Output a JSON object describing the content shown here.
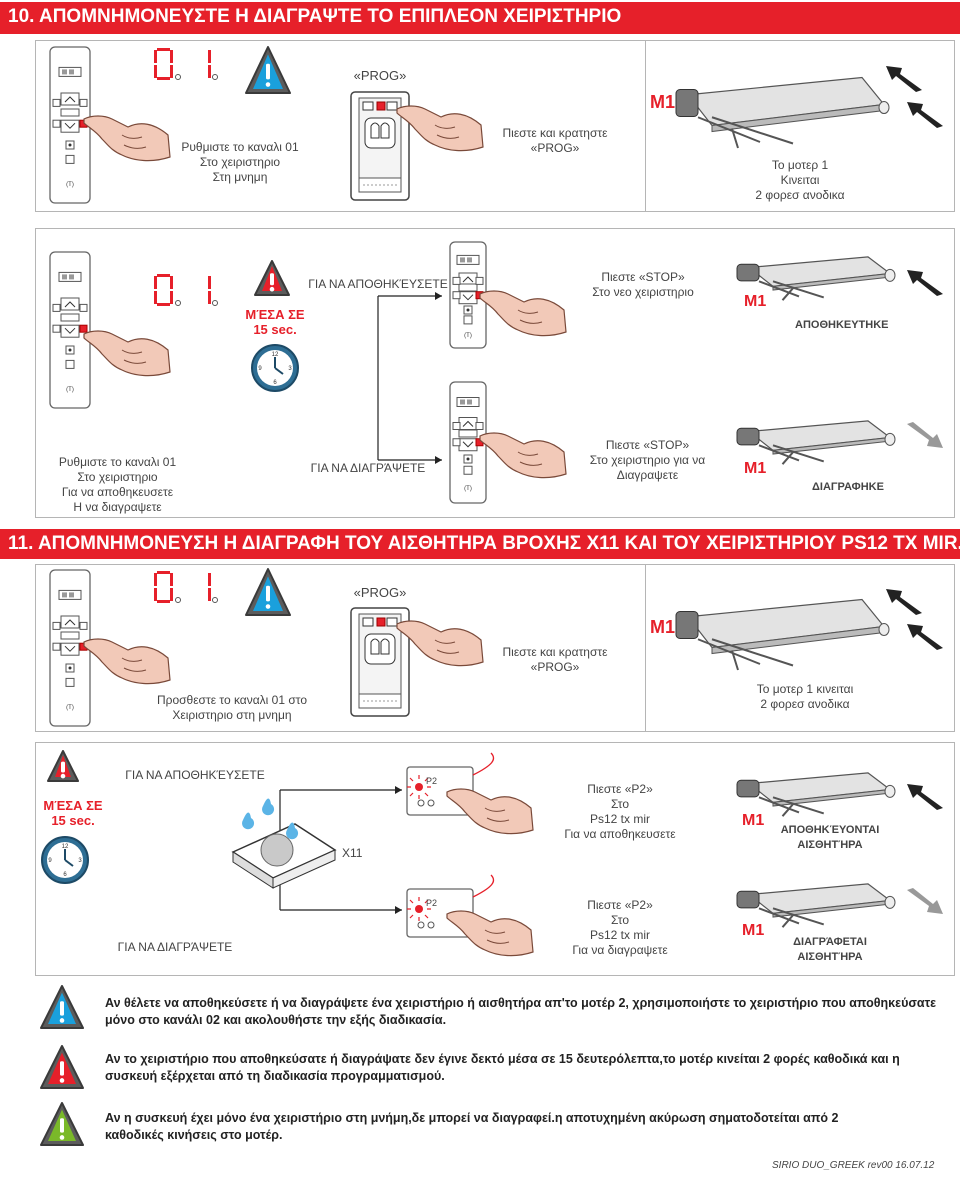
{
  "section10": {
    "header": "10. ΑΠΟΜΝΗΜΟΝΕΥΣΤΕ Η ΔΙΑΓΡΑΨΤΕ ΤΟ ΕΠΙΠΛΕΟΝ ΧΕΙΡΙΣΤΗΡΙΟ",
    "row1": {
      "display": "0 1",
      "set_channel": [
        "Ρυθμιστε το καναλι 01",
        "Στο χειριστηριο",
        "Στη μνημη"
      ],
      "prog_label": "«PROG»",
      "press_hold": [
        "Πιεστε και κρατηστε",
        "«PROG»"
      ],
      "motor_label": "M1",
      "motor_moves": [
        "Το μοτερ 1",
        "Κινειται",
        "2 φορεσ ανοδικα"
      ]
    },
    "row2": {
      "display": "0 1",
      "within": [
        "ΜΈΣΑ ΣΕ",
        "15 sec."
      ],
      "store_title": "ΓΙΑ ΝΑ ΑΠΟΘΗΚΈΥΣΕΤΕ",
      "delete_title": "ΓΙΑ ΝΑ ΔΙΑΓΡΆΨΕΤΕ",
      "press_stop_new": [
        "Πιεστε  «STOP»",
        "Στο νεο χειριστηριο"
      ],
      "press_stop_delete": [
        "Πιεστε  «STOP»",
        "Στο χειριστηριο για να",
        "Διαγραψετε"
      ],
      "motor_label": "M1",
      "stored": "ΑΠΟΘΗΚΕΥΤΗΚΕ",
      "deleted": "ΔΙΑΓΡΑΦΗΚΕ",
      "set_channel": [
        "Ρυθμιστε το καναλι 01",
        "Στο χειριστηριο",
        "Για να αποθηκευσετε",
        "Η να διαγραψετε"
      ]
    }
  },
  "section11": {
    "header": "11. ΑΠΟΜΝΗΜΟΝΕΥΣΗ Η ΔΙΑΓΡΑΦΗ ΤΟΥ ΑΙΣΘΗΤΗΡΑ ΒΡΟΧΗΣ X11 ΚΑΙ ΤΟΥ ΧΕΙΡΙΣΤΗΡΙΟΥ PS12 TX MIR.",
    "row1": {
      "display": "0 1",
      "add_channel": [
        "Προσθεστε το καναλι 01 στο",
        "Χειριστηριο στη μνημη"
      ],
      "prog_label": "«PROG»",
      "press_hold": [
        "Πιεστε και κρατηστε",
        "«PROG»"
      ],
      "motor_label": "M1",
      "motor_moves": [
        "Το μοτερ 1 κινειται",
        "2 φορεσ ανοδικα"
      ]
    },
    "row2": {
      "within": [
        "ΜΈΣΑ ΣΕ",
        "15 sec."
      ],
      "store_title": "ΓΙΑ ΝΑ ΑΠΟΘΗΚΈΥΣΕΤΕ",
      "delete_title": "ΓΙΑ ΝΑ ΔΙΑΓΡΆΨΕΤΕ",
      "sensor_label": "X11",
      "p2_label": "P2",
      "press_p2_store": [
        "Πιεστε  «P2»",
        "Στο",
        "Ps12 tx mir",
        "Για να αποθηκευσετε"
      ],
      "press_p2_delete": [
        "Πιεστε «P2»",
        "Στο",
        "Ps12 tx mir",
        "Για να διαγραψετε"
      ],
      "motor_label": "M1",
      "sensors_stored": [
        "ΑΠΟΘΗΚΈΥΟΝΤΑΙ",
        "ΑΙΣΘΗΤΉΡΑ"
      ],
      "sensors_deleted": [
        "ΔΙΑΓΡΆΦΕΤΑΙ",
        "ΑΙΣΘΗΤΉΡΑ"
      ]
    }
  },
  "notes": [
    {
      "icon_color": "#1aa0dc",
      "text": "Αν θέλετε να αποθηκεύσετε ή να διαγράψετε ένα χειριστήριο ή αισθητήρα απ'το μοτέρ 2, χρησιμοποιήστε το χειριστήριο που αποθηκεύσατε μόνο στο κανάλι 02 και ακολουθήστε την εξής διαδικασία."
    },
    {
      "icon_color": "#e6202a",
      "text": "Αν το χειριστήριο που αποθηκεύσατε ή διαγράψατε δεν έγινε δεκτό μέσα σε 15 δευτερόλεπτα,το μοτέρ κινείται 2 φορές καθοδικά και η συσκευή εξέρχεται από τη διαδικασία προγραμματισμού."
    },
    {
      "icon_color": "#7ab929",
      "text": "Αν η συσκευή έχει μόνο ένα χειριστήριο στη μνήμη,δε μπορεί να διαγραφεί.η αποτυχημένη ακύρωση σηματοδοτείται από 2 καθοδικές κινήσεις στο μοτέρ."
    }
  ],
  "footer": "SIRIO DUO_GREEK rev00 16.07.12",
  "clock_numbers": [
    "12",
    "3",
    "6",
    "9"
  ],
  "colors": {
    "accent": "#e6202a",
    "arrow_dark": "#222222",
    "arrow_grey": "#999999"
  }
}
